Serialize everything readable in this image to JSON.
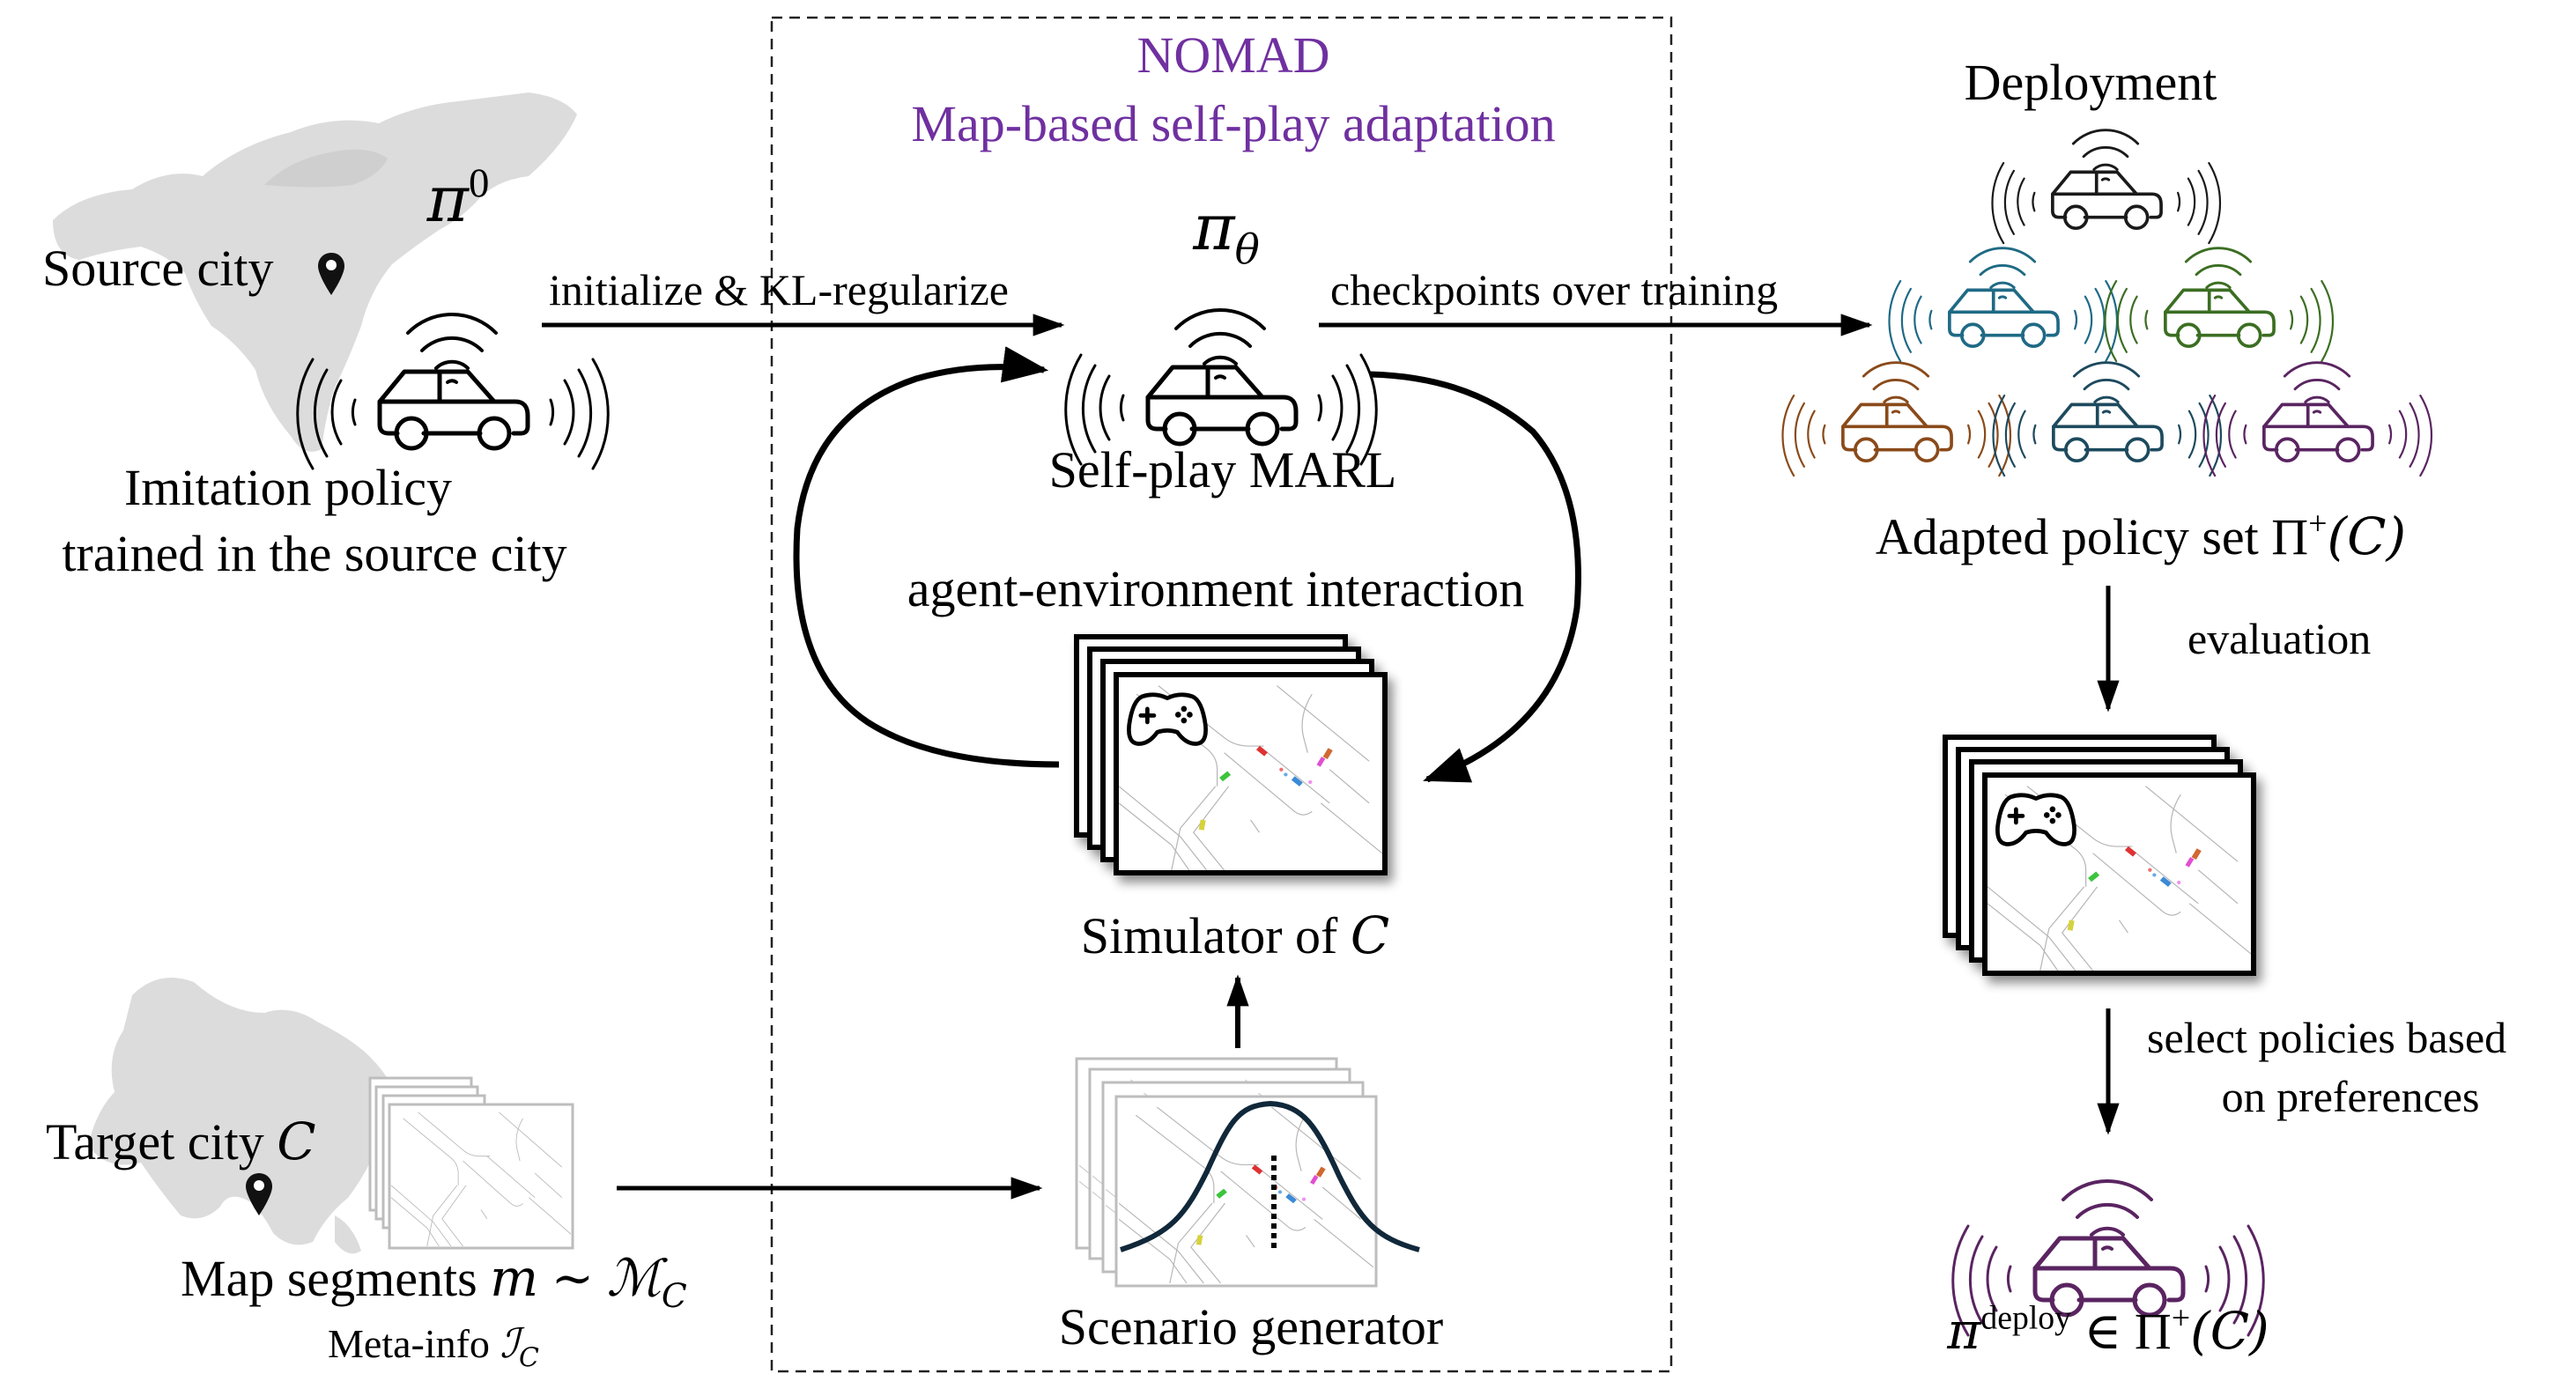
{
  "nomad": {
    "title": "NOMAD",
    "subtitle": "Map-based self-play adaptation",
    "accent_color": "#7030a0"
  },
  "source": {
    "city_label": "Source city",
    "policy_symbol": "π",
    "policy_sup": "0",
    "caption_line1": "Imitation policy",
    "caption_line2": "trained in the source city",
    "map_icon": "north-america-map",
    "pin_icon": "location-pin"
  },
  "arrows": {
    "init_label": "initialize & KL-regularize",
    "checkpoints_label": "checkpoints over training",
    "evaluation_label": "evaluation",
    "select_line1": "select policies based",
    "select_line2": "on preferences"
  },
  "self_play": {
    "policy_symbol": "π",
    "policy_sub": "θ",
    "label": "Self-play MARL",
    "loop_label": "agent-environment interaction"
  },
  "simulator": {
    "label_prefix": "Simulator of ",
    "label_var": "C",
    "icon": "gamepad"
  },
  "scenario": {
    "label": "Scenario generator",
    "icon": "gaussian-curve"
  },
  "target": {
    "city_label": "Target city ",
    "city_var": "C",
    "segments_label": "Map segments ",
    "segments_math_m": "m",
    "segments_math_rel": " ∼ ",
    "segments_math_M": "ℳ",
    "segments_math_sub": "C",
    "meta_label": "Meta-info ",
    "meta_math": "ℐ",
    "meta_sub": "C",
    "map_icon": "asia-map",
    "pin_icon": "location-pin"
  },
  "deployment": {
    "title": "Deployment",
    "set_label": "Adapted policy set ",
    "set_math": "Π",
    "set_sup": "+",
    "set_arg": "(C)",
    "car_colors": [
      "#1a1a1a",
      "#1f6a85",
      "#3b6e22",
      "#8a4a1a",
      "#1d4a5e",
      "#5a2461"
    ],
    "final_symbol": "π",
    "final_sup": "deploy",
    "final_rel": " ∈ ",
    "final_set": "Π",
    "final_set_sup": "+",
    "final_arg": "(C)",
    "final_color": "#5a2461"
  }
}
